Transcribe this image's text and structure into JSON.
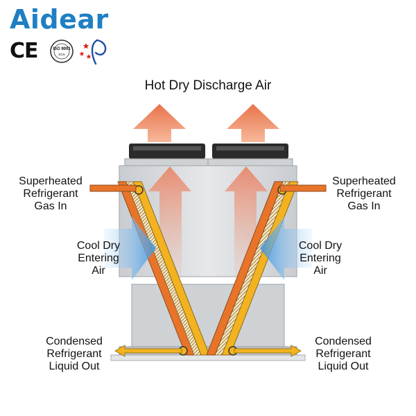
{
  "brand": {
    "name": "Aidear",
    "ce_mark": "CE",
    "iso_seal": "ISO 9001",
    "iso_sub": "SGS",
    "brand_color": "#1f7fc4"
  },
  "diagram": {
    "title": "Hot Dry Discharge Air",
    "labels": {
      "gas_in_left": [
        "Superheated",
        "Refrigerant",
        "Gas In"
      ],
      "gas_in_right": [
        "Superheated",
        "Refrigerant",
        "Gas In"
      ],
      "air_in_left": [
        "Cool Dry",
        "Entering",
        "Air"
      ],
      "air_in_right": [
        "Cool Dry",
        "Entering",
        "Air"
      ],
      "liquid_out_left": [
        "Condensed",
        "Refrigerant",
        "Liquid Out"
      ],
      "liquid_out_right": [
        "Condensed",
        "Refrigerant",
        "Liquid Out"
      ]
    },
    "colors": {
      "hot_air": "#e8724a",
      "cool_air": "#5aa8e8",
      "coil_orange": "#e8742a",
      "coil_yellow": "#f3b21f",
      "housing": "#d7d9dc",
      "fan_cap": "#2b2b2b"
    }
  }
}
